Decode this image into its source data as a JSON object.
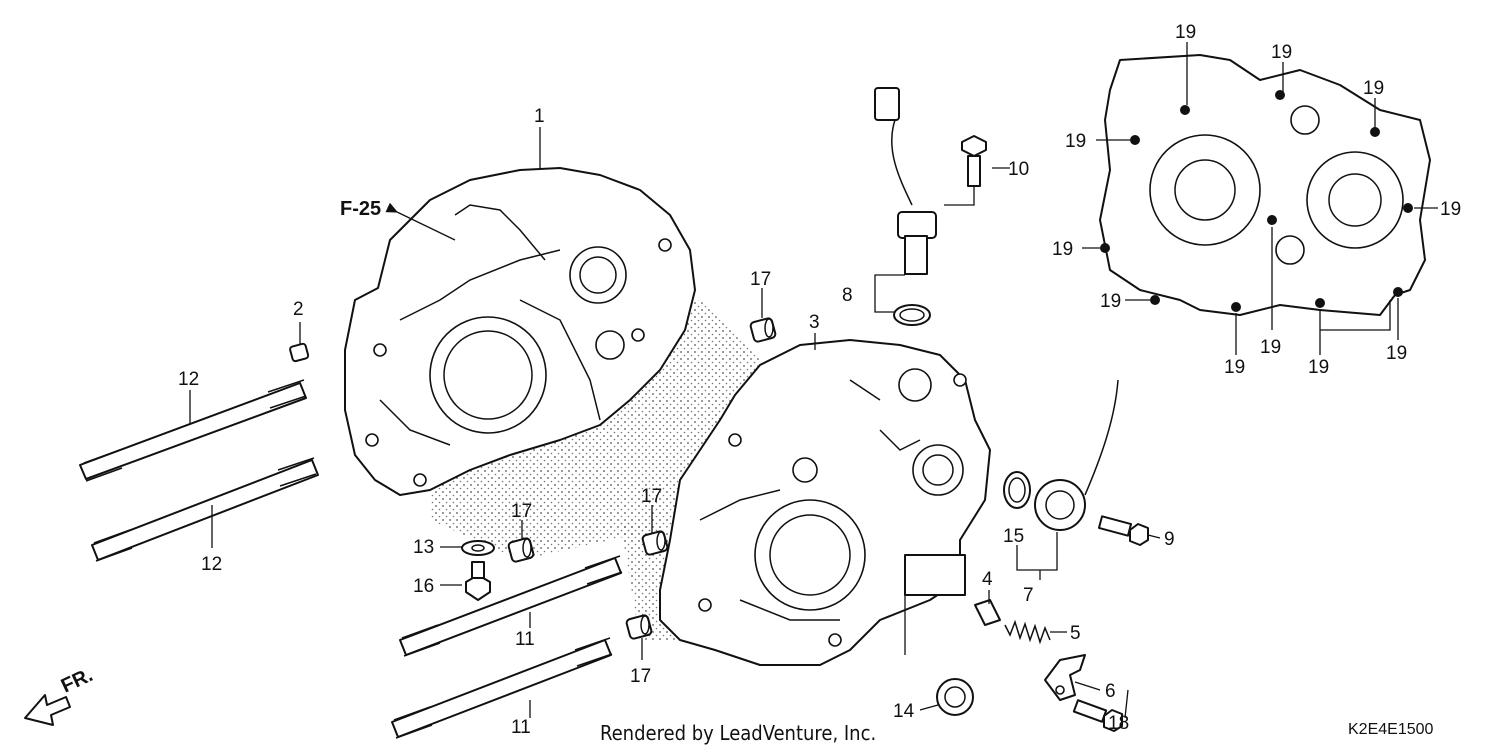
{
  "diagram": {
    "reference_label": "F-25",
    "direction_label": "FR.",
    "footer": "Rendered by LeadVenture, Inc.",
    "diagram_code": "K2E4E1500",
    "callouts": [
      "1",
      "2",
      "3",
      "4",
      "5",
      "6",
      "7",
      "8",
      "9",
      "10",
      "11",
      "12",
      "13",
      "14",
      "15",
      "16",
      "17",
      "18",
      "19"
    ]
  }
}
